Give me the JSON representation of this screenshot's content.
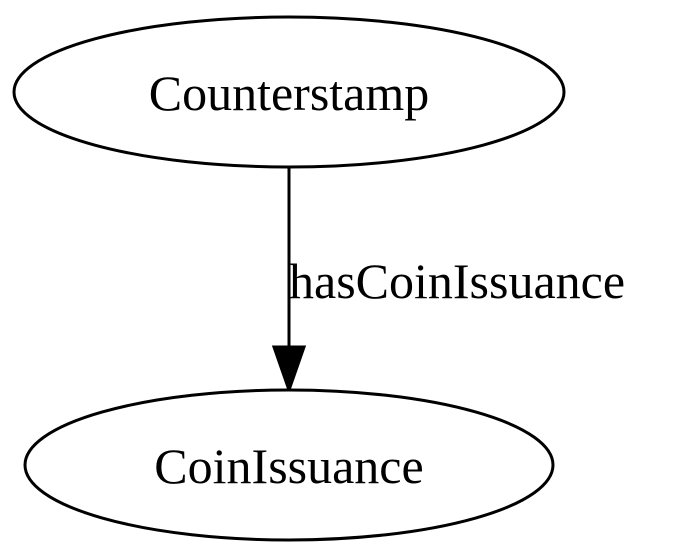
{
  "diagram": {
    "nodes": [
      {
        "id": "counterstamp",
        "label": "Counterstamp"
      },
      {
        "id": "coinissuance",
        "label": "CoinIssuance"
      }
    ],
    "edges": [
      {
        "from": "counterstamp",
        "to": "coinissuance",
        "label": "hasCoinIssuance"
      }
    ]
  }
}
